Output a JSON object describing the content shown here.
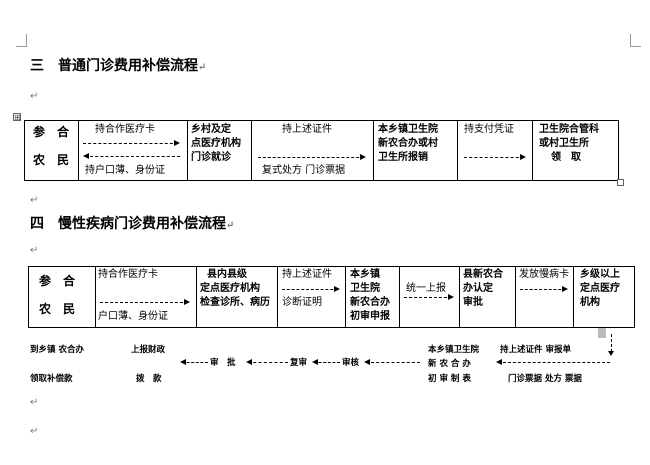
{
  "section3": {
    "title": "三　普通门诊费用补偿流程",
    "cells": [
      {
        "lines": [
          "参　合",
          "农　民"
        ]
      },
      {
        "top": "持合作医疗卡",
        "bottom": "持户口薄、身份证"
      },
      {
        "lines": [
          "乡村及定",
          "点医疗机构",
          "门诊就诊"
        ]
      },
      {
        "top": "持上述证件",
        "bottom": "复式处方  门诊票据"
      },
      {
        "lines": [
          "本乡镇卫生院",
          "新农合办或村",
          "卫生所报销"
        ]
      },
      {
        "top": "持支付凭证"
      },
      {
        "lines": [
          "卫生院合管科",
          "或村卫生所",
          "领　取"
        ]
      }
    ]
  },
  "section4": {
    "title": "四　慢性疾病门诊费用补偿流程",
    "cells": [
      {
        "lines": [
          "参　合",
          "农　民"
        ]
      },
      {
        "top": "持合作医疗卡",
        "bottom": "户口薄、身份证"
      },
      {
        "lines": [
          "县内县级",
          "定点医疗机构",
          "检查诊所、病历"
        ]
      },
      {
        "top": "持上述证件",
        "bottom": "诊断证明"
      },
      {
        "lines": [
          "本乡镇",
          "卫生院",
          "新农合办",
          "初审申报"
        ]
      },
      {
        "top": "统一上报"
      },
      {
        "lines": [
          "县新农合",
          "办认定",
          "审批"
        ]
      },
      {
        "top": "发放慢病卡"
      },
      {
        "lines": [
          "乡级以上",
          "定点医疗",
          "机构"
        ]
      }
    ],
    "footer": {
      "left_top": "到乡镇 农合办",
      "left_bottom": "领取补偿款",
      "mid_top": "上报财政",
      "mid_bottom": "拨　款",
      "flow_approve": "审　批",
      "flow_review": "复审",
      "flow_verify": "审核",
      "right_col1_top": "本乡镇卫生院",
      "right_col1_mid": "新 农 合 办",
      "right_col1_bottom": "初 审 制 表",
      "right_col2_top": "持上述证件 审报单",
      "right_col2_bottom": "门诊票据 处方 票据"
    }
  },
  "marks": {
    "para": "↵",
    "table_handle": "⊞"
  }
}
